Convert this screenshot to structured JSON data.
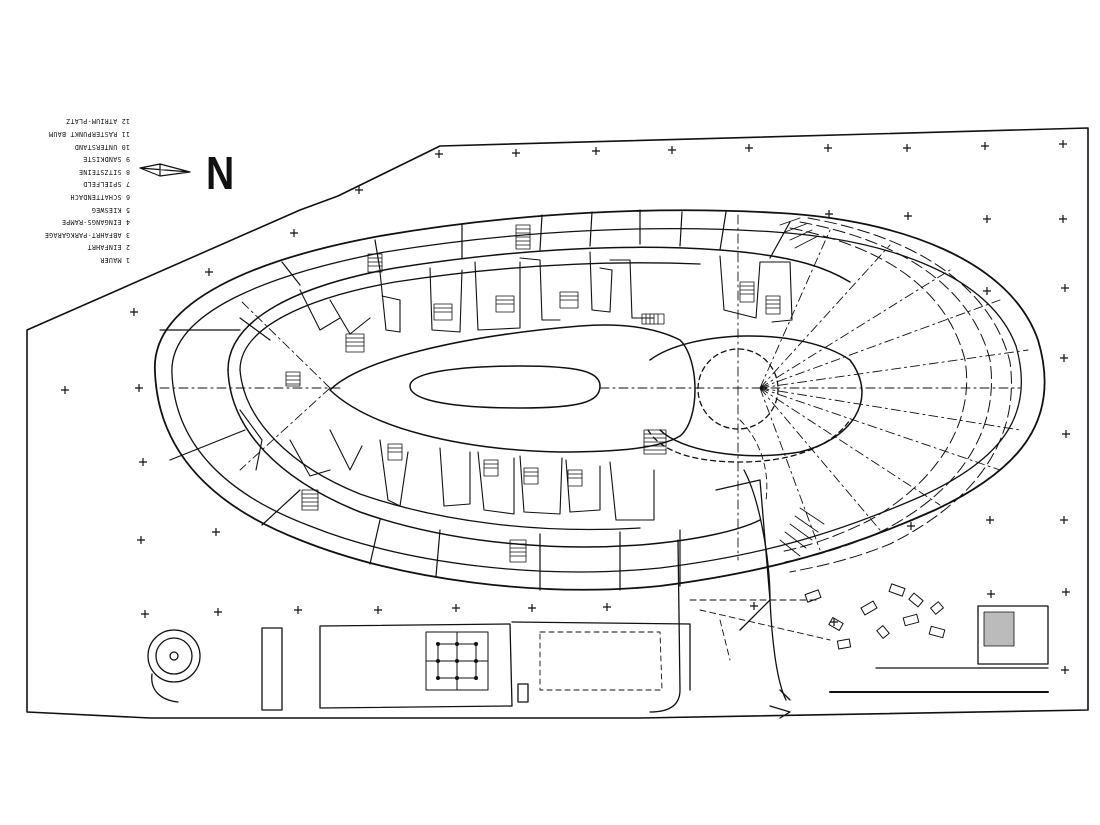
{
  "north_label": "N",
  "legend": [
    "1 MAUER",
    "2 EINFAHRT",
    "3 ABFAHRT-PARKGARAGE",
    "4 EINGANGS-RAMPE",
    "5 KIESWEG",
    "6 SCHATTENDACH",
    "7 SPIELFELD",
    "8 SITZSTEINE",
    "9 SANDKISTE",
    "10 UNTERSTAND",
    "11 RASTERPUNKT BAUM",
    "12 ATRIUM-PLATZ"
  ],
  "icons": {
    "north_arrow": "north-arrow-icon",
    "tree_marker": "cross-tree-icon"
  },
  "colors": {
    "ink": "#111111",
    "paper": "#ffffff"
  }
}
